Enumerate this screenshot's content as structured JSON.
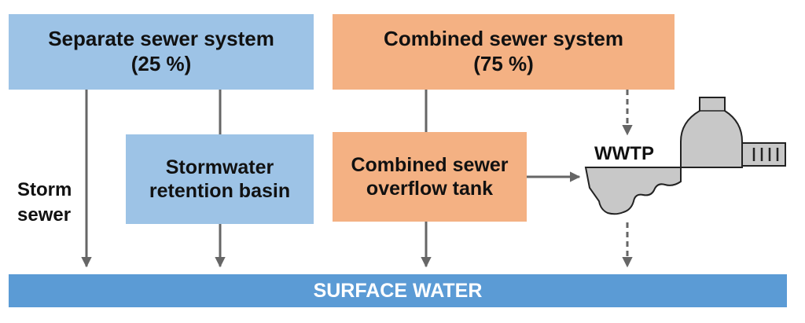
{
  "separate_system": {
    "title": "Separate sewer system",
    "share": "(25 %)"
  },
  "combined_system": {
    "title": "Combined sewer system",
    "share": "(75 %)"
  },
  "retention_basin": {
    "line1": "Stormwater",
    "line2": "retention basin"
  },
  "overflow_tank": {
    "line1": "Combined sewer",
    "line2": "overflow tank"
  },
  "storm_sewer": {
    "line1": "Storm",
    "line2": "sewer"
  },
  "wwtp": {
    "label": "WWTP"
  },
  "surface_water": {
    "label": "SURFACE WATER"
  },
  "colors": {
    "separate": "#9dc3e6",
    "combined": "#f4b183",
    "surface_water": "#5b9bd5",
    "arrow": "#666666",
    "wwtp_fill": "#c8c8c8"
  }
}
